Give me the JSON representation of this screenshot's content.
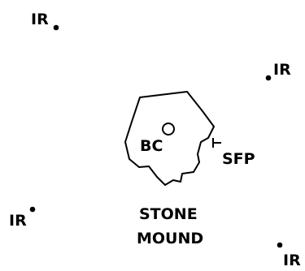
{
  "colors": {
    "ink": "#000000",
    "background": "#ffffff"
  },
  "markers": [
    {
      "id": "ir-top-left",
      "label": "IR"
    },
    {
      "id": "ir-top-right",
      "label": "IR"
    },
    {
      "id": "ir-bottom-left",
      "label": "IR"
    },
    {
      "id": "ir-bottom-right",
      "label": "IR"
    }
  ],
  "mound": {
    "center_label": "BC",
    "side_label": "SFP",
    "caption_line1": "STONE",
    "caption_line2": "MOUND"
  }
}
